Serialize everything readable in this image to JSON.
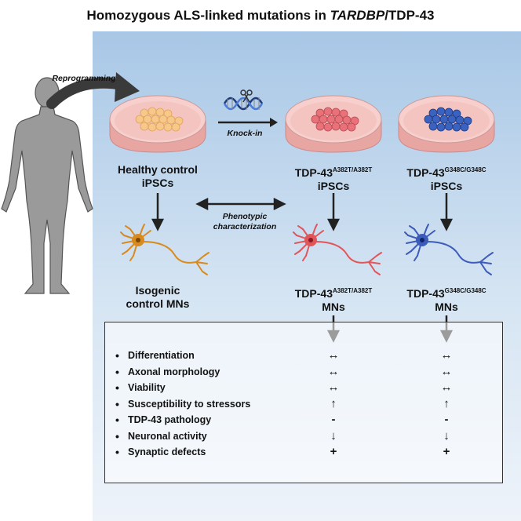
{
  "title": {
    "prefix": "Homozygous ALS-linked mutations in ",
    "gene": "TARDBP",
    "suffix": "/TDP-43"
  },
  "step_labels": {
    "reprogramming": "Reprogramming",
    "knock_in": "Knock-in",
    "phenotypic_1": "Phenotypic",
    "phenotypic_2": "characterization"
  },
  "ipsc_labels": {
    "healthy_line1": "Healthy control",
    "healthy_line2": "iPSCs",
    "a382t_base": "TDP-43",
    "a382t_sup": "A382T/A382T",
    "a382t_line2": "iPSCs",
    "g348c_base": "TDP-43",
    "g348c_sup": "G348C/G348C",
    "g348c_line2": "iPSCs"
  },
  "mn_labels": {
    "iso_line1": "Isogenic",
    "iso_line2": "control MNs",
    "a382t_base": "TDP-43",
    "a382t_sup": "A382T/A382T",
    "a382t_line2": "MNs",
    "g348c_base": "TDP-43",
    "g348c_sup": "G348C/G348C",
    "g348c_line2": "MNs"
  },
  "phenotypes": [
    {
      "label": "Differentiation",
      "a382t": "↔",
      "g348c": "↔"
    },
    {
      "label": "Axonal morphology",
      "a382t": "↔",
      "g348c": "↔"
    },
    {
      "label": "Viability",
      "a382t": "↔",
      "g348c": "↔"
    },
    {
      "label": "Susceptibility to stressors",
      "a382t": "↑",
      "g348c": "↑"
    },
    {
      "label": "TDP-43 pathology",
      "a382t": "-",
      "g348c": "-"
    },
    {
      "label": "Neuronal activity",
      "a382t": "↓",
      "g348c": "↓"
    },
    {
      "label": "Synaptic defects",
      "a382t": "+",
      "g348c": "+"
    }
  ],
  "colors": {
    "healthy_cells": "#f6c88a",
    "a382t_cells": "#e8717a",
    "g348c_cells": "#3a62c0",
    "healthy_neuron": "#d98a1e",
    "a382t_neuron": "#e0565a",
    "g348c_neuron": "#3d5bb8",
    "dish": "#f7d0cd",
    "panel_top": "#a8c7e6"
  }
}
